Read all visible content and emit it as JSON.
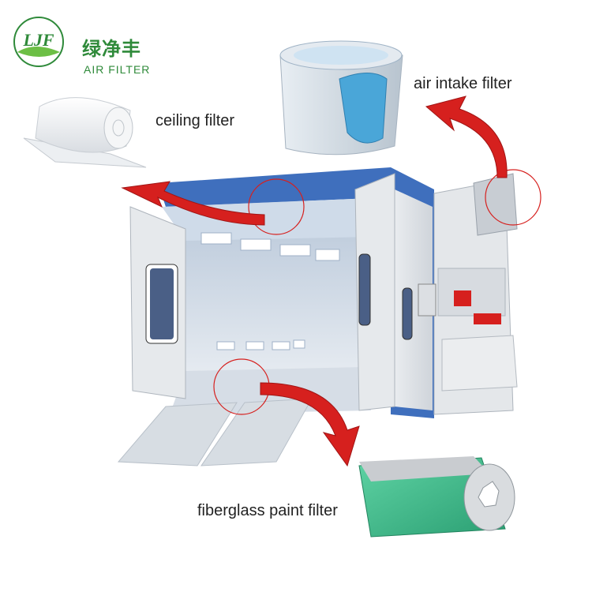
{
  "logo": {
    "mark": "LJF",
    "brand_cn": "绿净丰",
    "brand_en": "AIR FILTER",
    "colors": {
      "green": "#2f8a3a",
      "light_green": "#6cbf45"
    }
  },
  "labels": {
    "ceiling": "ceiling filter",
    "intake": "air intake filter",
    "floor": "fiberglass paint filter"
  },
  "colors": {
    "arrow_red": "#d6201e",
    "booth_blue": "#3f6fbd",
    "booth_grey": "#dfe3e8",
    "floor_filter_green": "#3bb98a",
    "intake_filter_blue": "#4aa6d8"
  },
  "icons": [
    "red-arrow-icon",
    "highlight-circle-icon"
  ]
}
